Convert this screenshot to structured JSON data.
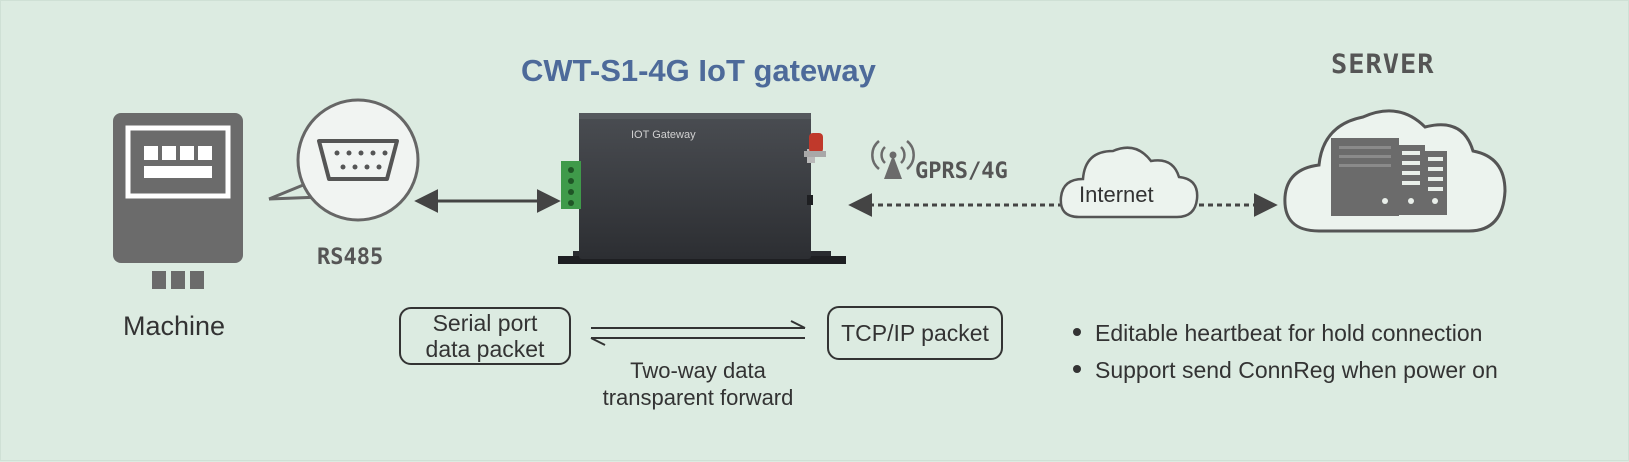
{
  "title": "CWT-S1-4G IoT gateway",
  "server_label": "SERVER",
  "machine_label": "Machine",
  "rs485_label": "RS485",
  "gprs_label": "GPRS/4G",
  "internet_label": "Internet",
  "device_label": "IOT Gateway",
  "serial_box": {
    "line1": "Serial port",
    "line2": "data packet"
  },
  "tcp_box": "TCP/IP packet",
  "forward_caption": {
    "line1": "Two-way data",
    "line2": "transparent forward"
  },
  "features": [
    "Editable heartbeat for hold connection",
    "Support send ConnReg when power on"
  ],
  "colors": {
    "background": "#dcebe1",
    "title": "#4d6a9a",
    "icon_gray": "#6b6b6b",
    "device_body": "#3a3d42",
    "terminal_green": "#3f9a4a",
    "antenna_red": "#c0392b"
  },
  "icons": [
    "meter-icon",
    "db9-connector-icon",
    "antenna-icon",
    "cloud-icon",
    "server-rack-icon"
  ]
}
